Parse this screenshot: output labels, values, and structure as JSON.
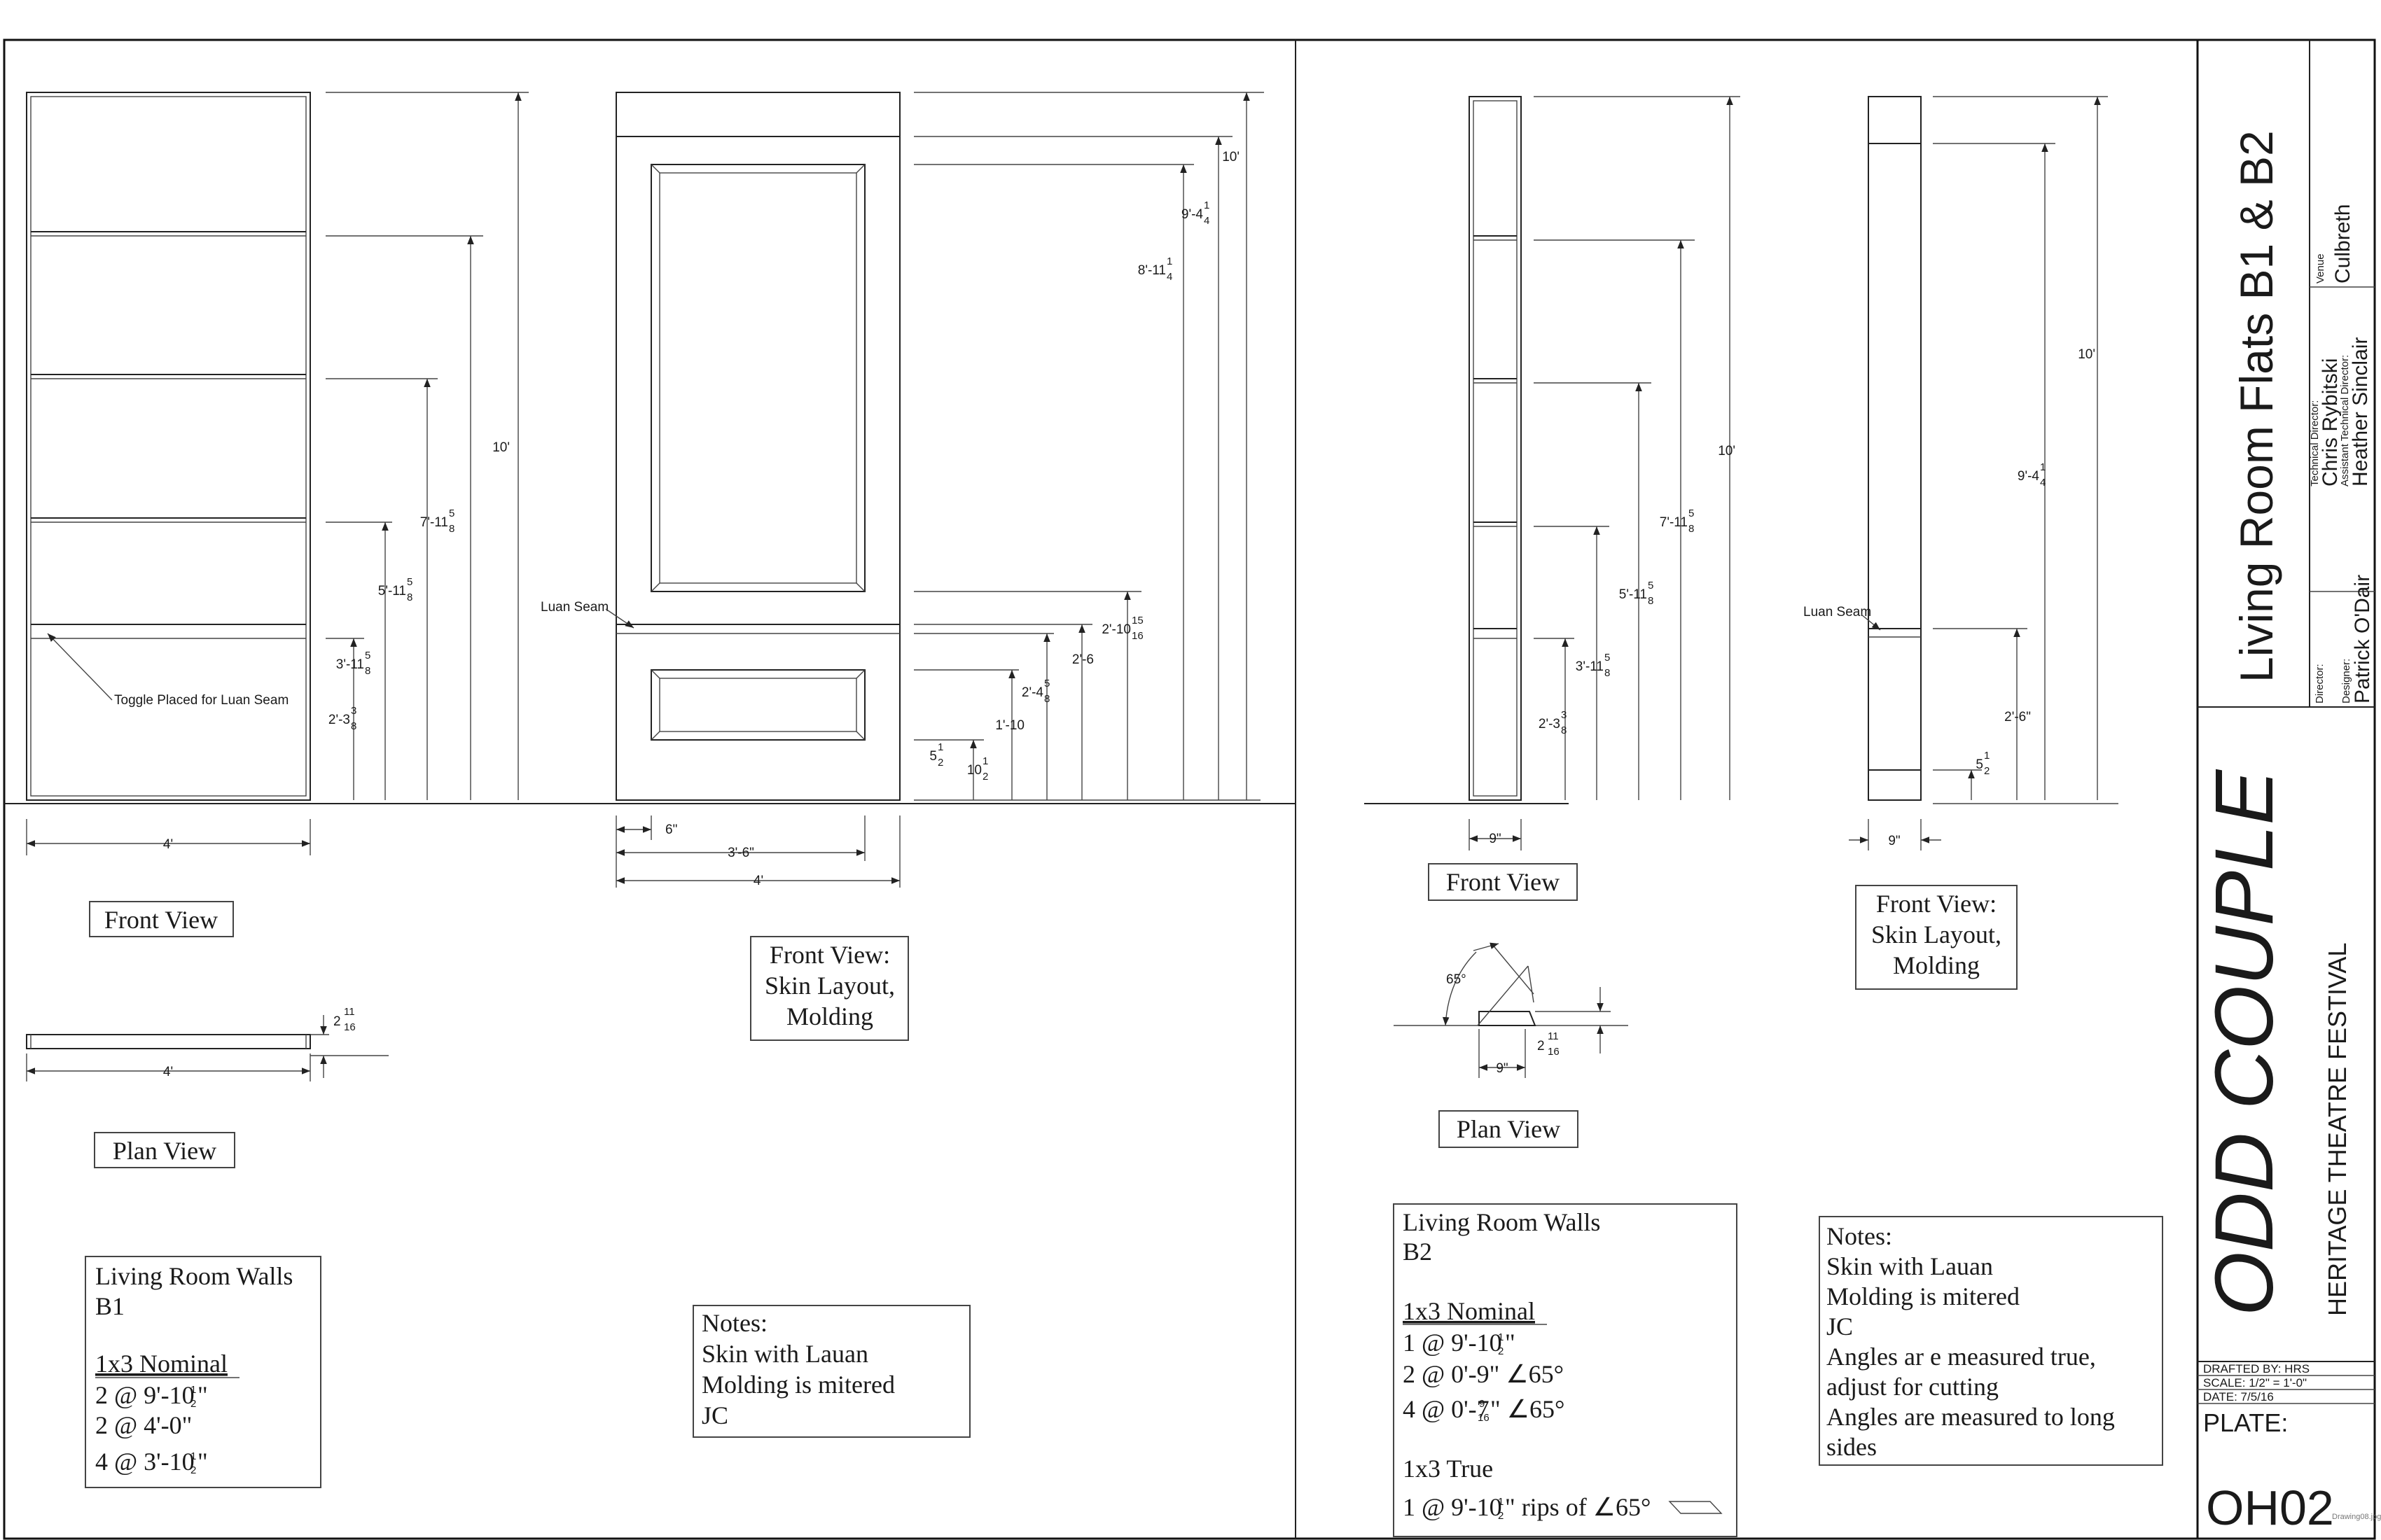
{
  "title_block": {
    "sheet_title": "Living Room Flats B1 & B2",
    "director_role": "Director:",
    "director_name": "",
    "designer_role": "Designer:",
    "designer_name": "Patrick O'Dair",
    "td_role": "Technical Director:",
    "td_name": "Chris Rybitski",
    "atd_role": "Assistant Technical Director:",
    "atd_name": "Heather Sinclair",
    "venue_role": "Venue",
    "venue_name": "Culbreth",
    "show": "ODD COUPLE",
    "festival": "HERITAGE THEATRE FESTIVAL",
    "drafted_by": "DRAFTED BY: HRS",
    "scale": "SCALE: 1/2\" = 1'-0\"",
    "date": "DATE: 7/5/16",
    "plate_label": "PLATE:",
    "plate_number": "OH02"
  },
  "b1_front": {
    "toggle_note": "Toggle Placed for Luan Seam",
    "h10": "10'",
    "h7": "7'-11",
    "h5": "5'-11",
    "h3": "3'-11",
    "h2": "2'-3",
    "f58": "5",
    "f8": "8",
    "f38": "3",
    "width": "4'",
    "label": "Front View"
  },
  "b1_plan": {
    "thick": "2",
    "f11": "11",
    "f16": "16",
    "width": "4'",
    "label": "Plan View"
  },
  "b1_skin": {
    "luan": "Luan Seam",
    "h10": "10'",
    "h9": "9'-4",
    "h8": "8'-11",
    "h2a": "2'-10",
    "h2b": "2'-6",
    "h2c": "2'-4",
    "h1": "1'-10",
    "h10b": "10",
    "h5": "5",
    "f1": "1",
    "f2": "2",
    "f4": "4",
    "f5": "5",
    "f8": "8",
    "f15": "15",
    "f16": "16",
    "w6": "6\"",
    "w36": "3'-6\"",
    "w4": "4'",
    "label1": "Front View:",
    "label2": "Skin Layout,",
    "label3": "Molding"
  },
  "b1_cut": {
    "title1": "Living Room Walls",
    "title2": "B1",
    "nominal": "1x3 Nominal",
    "r1": "2 @ 9'-10",
    "r2": "2 @ 4'-0\"",
    "r3": "4 @ 3'-10",
    "f1": "1",
    "f2": "2",
    "inch": "\""
  },
  "b1_notes": {
    "n0": "Notes:",
    "n1": "Skin with Lauan",
    "n2": "Molding is mitered",
    "n3": "JC"
  },
  "b2_front": {
    "h10": "10'",
    "h7": "7'-11",
    "h5": "5'-11",
    "h3": "3'-11",
    "h2": "2'-3",
    "f5": "5",
    "f8": "8",
    "f3": "3",
    "width": "9\"",
    "label": "Front View"
  },
  "b2_plan": {
    "angle": "65°",
    "thick": "2",
    "f11": "11",
    "f16": "16",
    "width": "9\"",
    "label": "Plan View"
  },
  "b2_skin": {
    "luan": "Luan Seam",
    "h10": "10'",
    "h9": "9'-4",
    "h2": "2'-6\"",
    "h5": "5",
    "f1": "1",
    "f2": "2",
    "f4": "4",
    "width": "9\"",
    "label1": "Front View:",
    "label2": "Skin Layout,",
    "label3": "Molding"
  },
  "b2_cut": {
    "title1": "Living Room Walls",
    "title2": "B2",
    "nominal": "1x3 Nominal",
    "r1": "1 @ 9'-10",
    "r2": "2 @ 0'-9\"  ∠65°",
    "r3": "4 @ 0'-7",
    "r3b": "\"   ∠65°",
    "f9": "9",
    "f16": "16",
    "true_label": "1x3 True",
    "r4": "1 @ 9'-10",
    "r4b": "\"  rips of ∠65°",
    "f1": "1",
    "f2": "2",
    "inch": "\""
  },
  "b2_notes": {
    "n0": "Notes:",
    "n1": "Skin with Lauan",
    "n2": "Molding is mitered",
    "n3": "JC",
    "n4": "Angles ar e measured true,",
    "n5": "adjust for cutting",
    "n6": "Angles are measured to long",
    "n7": "sides"
  },
  "watermark": "Drawing08.jpg"
}
